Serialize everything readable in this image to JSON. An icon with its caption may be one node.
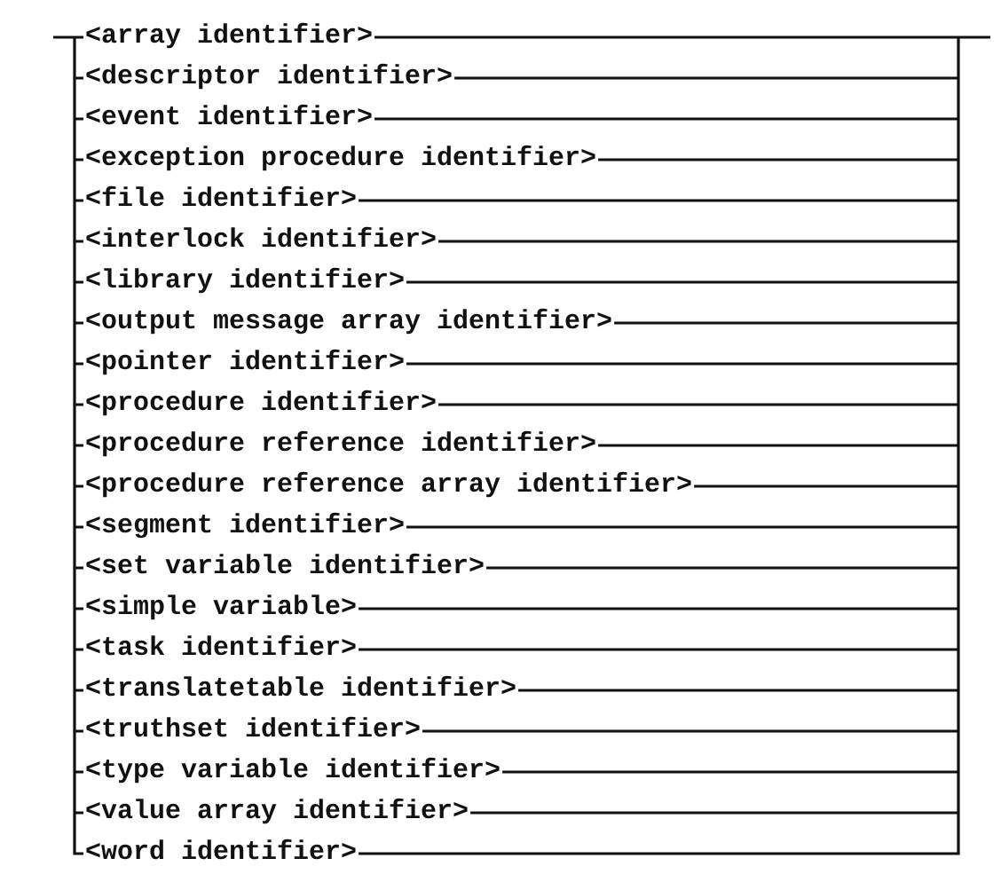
{
  "diagram": {
    "nodes": [
      {
        "text": [
          "<array identifier>"
        ]
      },
      {
        "text": [
          "<descriptor identifier>"
        ]
      },
      {
        "text": [
          "<event identifier>"
        ]
      },
      {
        "text": [
          "<exception procedure identifier>"
        ]
      },
      {
        "text": [
          "<file identifier>"
        ]
      },
      {
        "text": [
          "<interlock identifier>"
        ]
      },
      {
        "text": [
          "<library identifier>"
        ]
      },
      {
        "text": [
          "<output message array identifier>"
        ]
      },
      {
        "text": [
          "<pointer identifier>"
        ]
      },
      {
        "text": [
          "<procedure identifier>"
        ]
      },
      {
        "text": [
          "<procedure reference identifier>"
        ]
      },
      {
        "text": [
          "<procedure reference array identifier>"
        ]
      },
      {
        "text": [
          "<segment identifier>"
        ]
      },
      {
        "text": [
          "<set variable identifier>"
        ]
      },
      {
        "text": [
          "<simple variable>"
        ]
      },
      {
        "text": [
          "<task identifier>"
        ]
      },
      {
        "text": [
          "<translatetable identifier>"
        ]
      },
      {
        "text": [
          "<truthset identifier>"
        ]
      },
      {
        "text": [
          "<type variable identifier>"
        ]
      },
      {
        "text": [
          "<value array identifier>"
        ]
      },
      {
        "text": [
          "<word identifier>"
        ]
      }
    ]
  }
}
